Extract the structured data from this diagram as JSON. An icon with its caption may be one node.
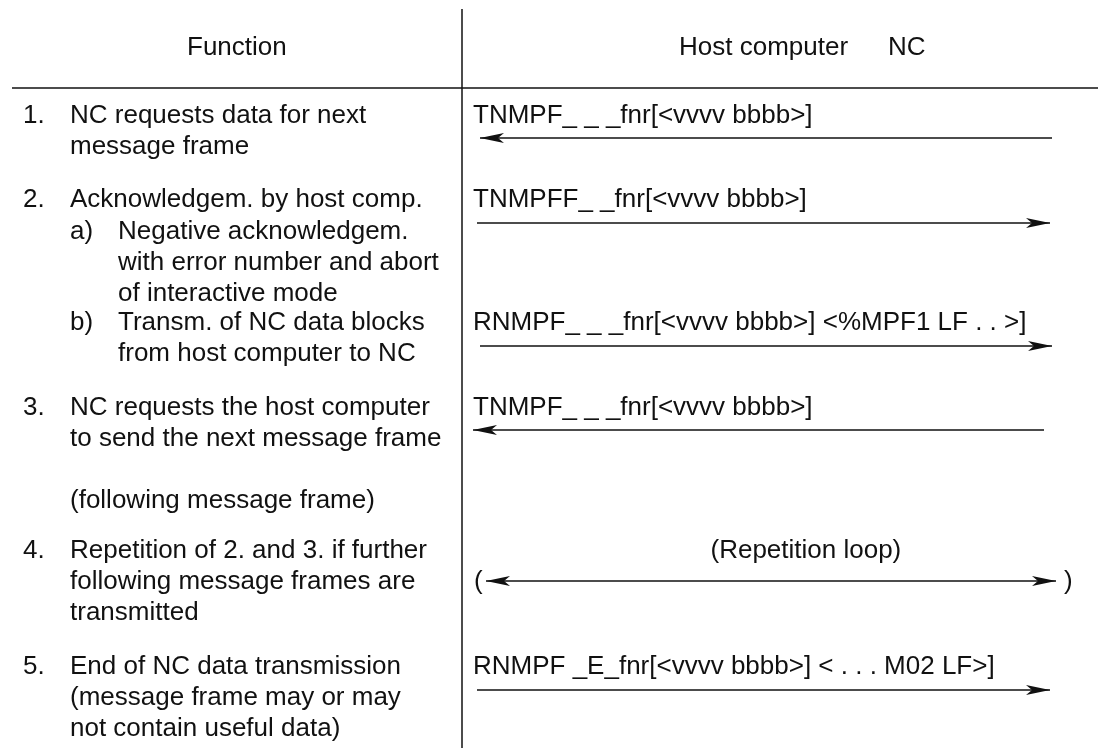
{
  "diagram": {
    "labels": [
      "Function",
      "Host computer",
      "NC",
      "1.",
      "NC requests data for next message frame",
      "TNMPF_ _ _fnr[<vvvv bbbb>]",
      "2.",
      "Acknowledgem. by host comp.",
      "TNMPFF_ _fnr[<vvvv bbbb>]",
      "a)",
      "Negative acknowledgem. with error number and abort of interactive mode",
      "b)",
      "Transm. of NC data blocks from host computer to NC",
      "RNMPF_ _ _fnr[<vvvv bbbb>] <%MPF1 LF . . >]",
      "3.",
      "NC requests the host computer to send the next message frame",
      "TNMPF_ _ _fnr[<vvvv bbbb>]",
      "(following message frame)",
      "4.",
      "Repetition of 2. and 3. if further following message frames are transmitted",
      "(Repetition loop)",
      "(",
      ")",
      "5.",
      "End of NC data transmission (message frame may or may not contain useful data)",
      "RNMPF _E_fnr[<vvvv bbbb>] < . . . M02 LF>]"
    ]
  }
}
